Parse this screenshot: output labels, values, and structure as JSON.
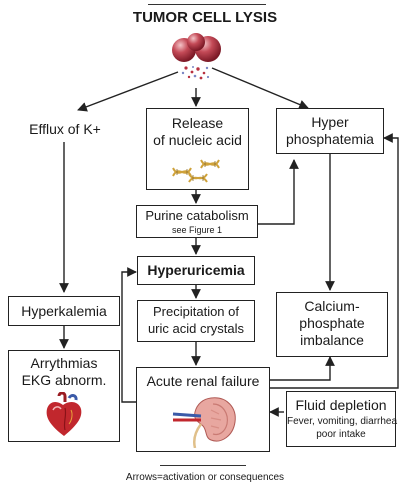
{
  "title": "TUMOR CELL LYSIS",
  "labels": {
    "efflux": "Efflux of K+",
    "release_l1": "Release",
    "release_l2": "of nucleic acid",
    "hyperphos_l1": "Hyper",
    "hyperphos_l2": "phosphatemia",
    "purine_l1": "Purine catabolism",
    "purine_l2": "see Figure 1",
    "hyperuricemia": "Hyperuricemia",
    "hyperkalemia": "Hyperkalemia",
    "precip_l1": "Precipitation of",
    "precip_l2": "uric acid crystals",
    "calcium_l1": "Calcium-",
    "calcium_l2": "phosphate",
    "calcium_l3": "imbalance",
    "arrythmias_l1": "Arrythmias",
    "arrythmias_l2": "EKG abnorm.",
    "renal": "Acute renal failure",
    "fluid_l1": "Fluid depletion",
    "fluid_l2": "Fever, vomiting, diarrhea",
    "fluid_l3": "poor intake"
  },
  "footnote": "Arrows=activation or consequences",
  "colors": {
    "stroke": "#222222",
    "cell_red": "#b8303f",
    "dna": "#d8b84a",
    "heart_red": "#c1272d",
    "kidney_pink": "#e8a7a0"
  }
}
